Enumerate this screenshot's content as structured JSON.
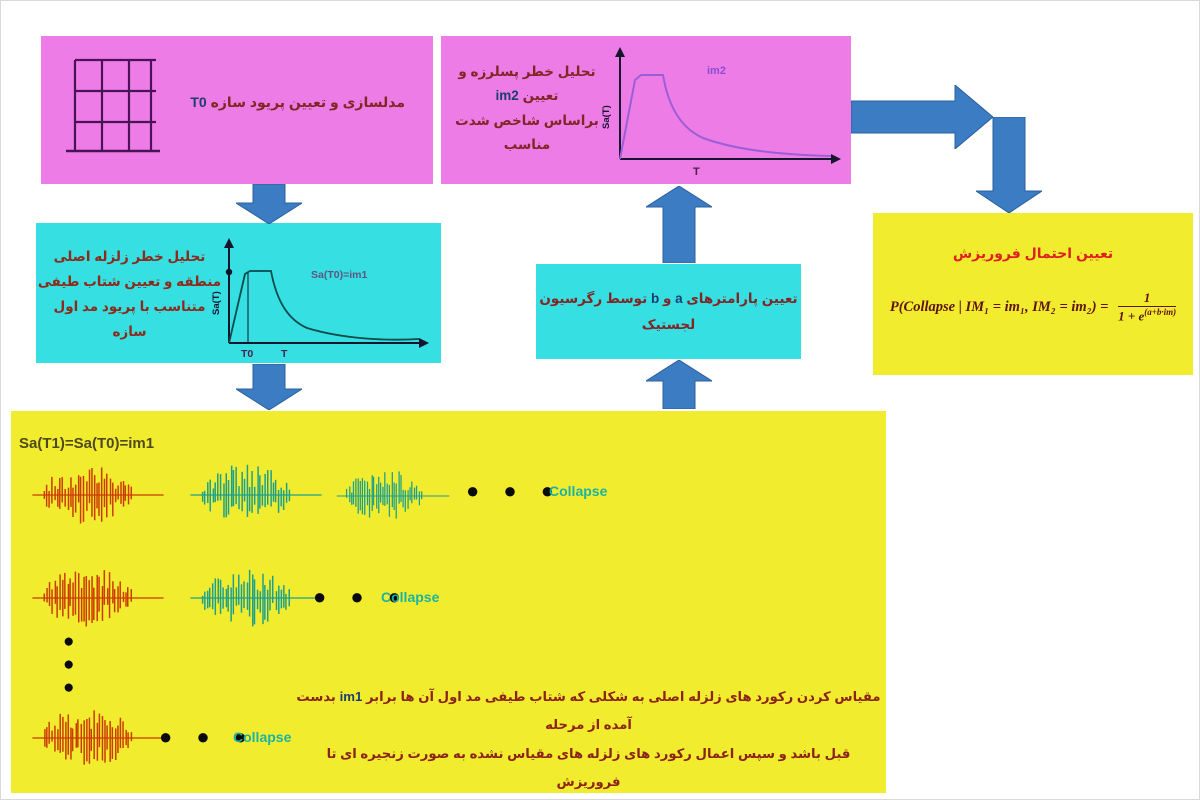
{
  "diagram": {
    "model_box": {
      "label": "مدلسازی و تعیین پریود سازه",
      "t0": "T0"
    },
    "aftershock_box": {
      "line1": "تحلیل خطر پسلرزه و تعیین",
      "im2": "im2",
      "line2": "براساس شاخص شدت مناسب",
      "plot": {
        "ylabel": "Sa(T)",
        "xlabel": "T",
        "curve_label": "im2"
      }
    },
    "mainshock_box": {
      "line1": "تحلیل خطر زلزله اصلی",
      "line2": "منطقه و تعیین شتاب طیفی",
      "line3": "متناسب با پریود مد اول سازه",
      "plot": {
        "ylabel": "Sa(T)",
        "xlabel": "T",
        "tick": "T0",
        "curve_label": "Sa(T0)=im1"
      }
    },
    "regression_box": {
      "part1": "تعیین پارامترهای",
      "a": "a",
      "vav": "و",
      "b": "b",
      "part2": "توسط رگرسیون",
      "line2": "لجستیک"
    },
    "probability_box": {
      "title": "تعیین احتمال فروریزش",
      "formula_lhs": "P(Collapse | IM₁ = im₁, IM₂ = im₂) =",
      "frac_numerator": "1",
      "frac_denominator_base": "1 + e",
      "frac_denominator_exponent": "(a+b·im)"
    },
    "ida_box": {
      "sa_label": "Sa(T1)=Sa(T0)=im1",
      "collapse": "Collapse",
      "ellipsis": "● ● ●",
      "v_ellipsis": "●\n●\n●",
      "paragraph": {
        "line1_pre": "مقیاس کردن رکورد های زلزله اصلی به شکلی که شتاب طیفی مد اول آن ها برابر",
        "im1": "im1",
        "line1_post": "بدست آمده از مرحله",
        "line2": "قبل باشد و سپس اعمال رکورد های زلزله های مقیاس نشده به صورت زنجیره ای تا فروریزش"
      }
    }
  },
  "colors": {
    "pink_box": "#ee7ce6",
    "cyan_box": "#35dfe2",
    "yellow_box": "#f2ec2e",
    "arrow_blue": "#3b7cc2",
    "red_accelerogram": "#cc3a05",
    "teal_accelerogram": "#1ca18e",
    "collapse_text": "#1cb3a0",
    "maroon_text": "#812525",
    "navy_accent": "#1d3d6e",
    "title_red": "#de2020",
    "purple_curve": "#9a5fd6"
  }
}
